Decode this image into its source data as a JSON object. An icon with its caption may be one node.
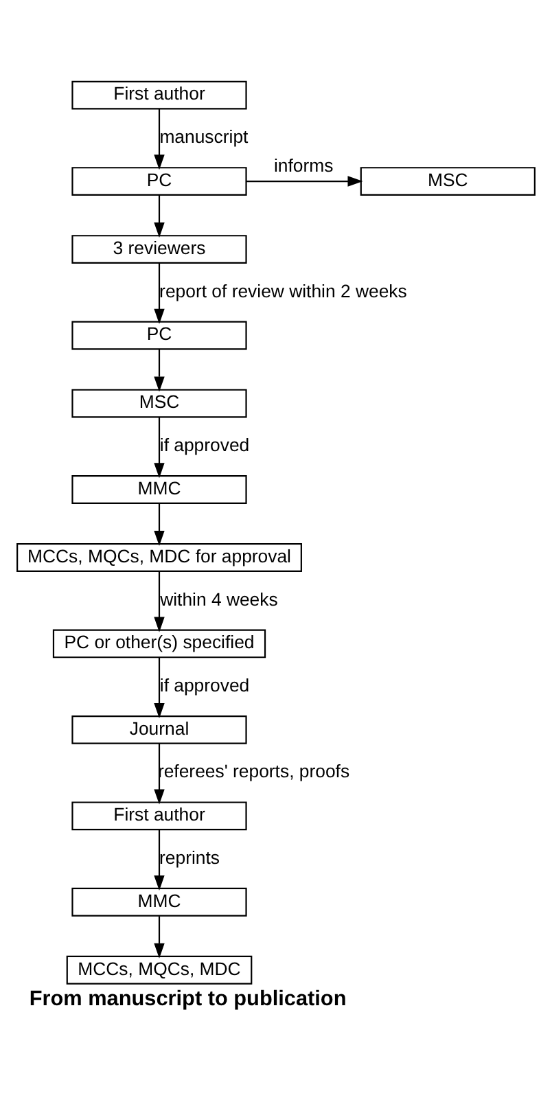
{
  "diagram": {
    "caption": "From manuscript to publication",
    "nodes": [
      {
        "text": [
          "First author"
        ]
      },
      {
        "text": [
          "PC"
        ]
      },
      {
        "text": [
          "MSC"
        ]
      },
      {
        "text": [
          "3 reviewers"
        ]
      },
      {
        "text": [
          "PC"
        ]
      },
      {
        "text": [
          "MSC"
        ]
      },
      {
        "text": [
          "MMC"
        ]
      },
      {
        "text": [
          "MCCs, MQCs, MDC for approval"
        ]
      },
      {
        "text": [
          "PC or other(s) specified"
        ]
      },
      {
        "text": [
          "Journal"
        ]
      },
      {
        "text": [
          "First author"
        ]
      },
      {
        "text": [
          "MMC"
        ]
      },
      {
        "text": [
          "MCCs, MQCs, MDC"
        ]
      }
    ],
    "edges": [
      {
        "from": 0,
        "to": 1,
        "arrow": "to",
        "label": "manuscript"
      },
      {
        "from": 1,
        "to": 2,
        "arrow": "to",
        "label": "informs"
      },
      {
        "from": 1,
        "to": 3,
        "arrow": "to"
      },
      {
        "from": 3,
        "to": 4,
        "arrow": "to",
        "label": "report of review within 2 weeks"
      },
      {
        "from": 4,
        "to": 5,
        "arrow": "to"
      },
      {
        "from": 5,
        "to": 6,
        "arrow": "to",
        "label": "if approved"
      },
      {
        "from": 6,
        "to": 7,
        "arrow": "to"
      },
      {
        "from": 7,
        "to": 8,
        "arrow": "to",
        "label": "within 4 weeks"
      },
      {
        "from": 8,
        "to": 9,
        "arrow": "to",
        "label": "if approved"
      },
      {
        "from": 9,
        "to": 10,
        "arrow": "to",
        "label": "referees' reports, proofs"
      },
      {
        "from": 10,
        "to": 11,
        "arrow": "to",
        "label": "reprints"
      },
      {
        "from": 11,
        "to": 12,
        "arrow": "to"
      }
    ]
  }
}
